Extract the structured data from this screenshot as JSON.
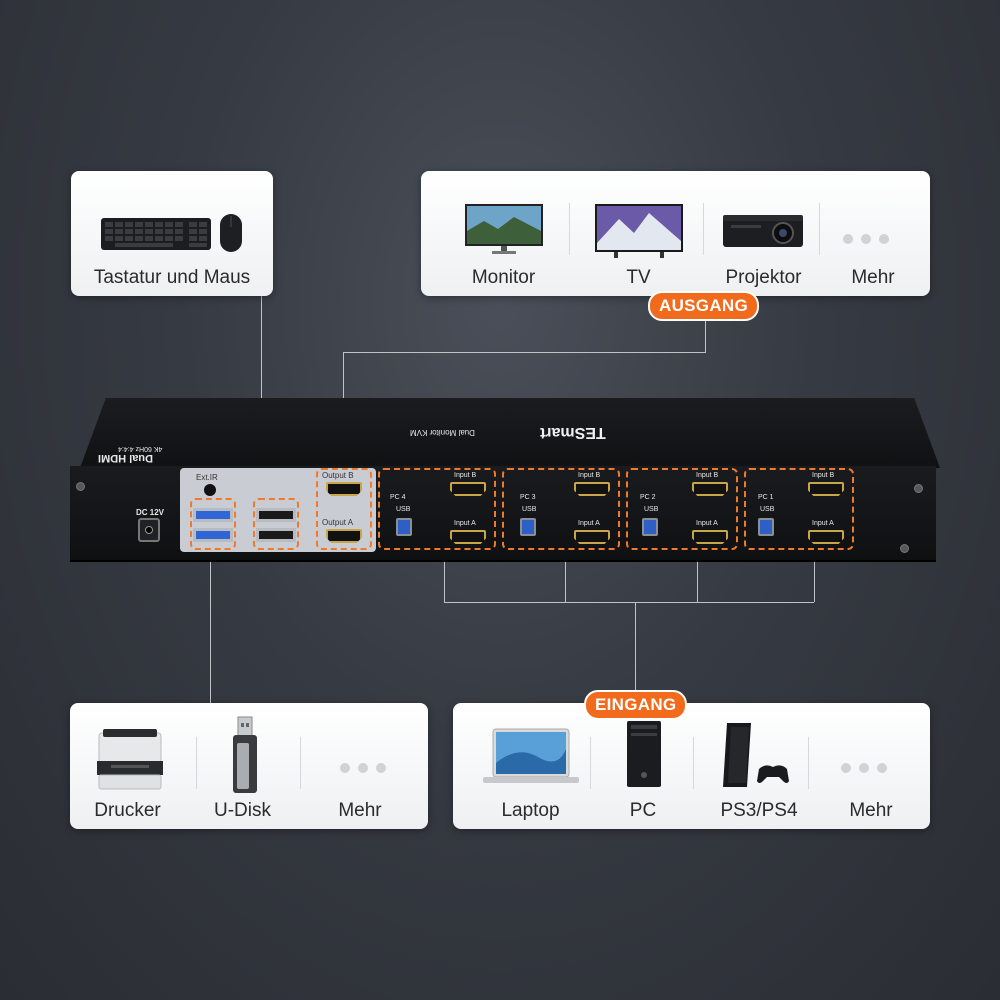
{
  "keyboard_card": {
    "label": "Tastatur und Maus"
  },
  "output_card": {
    "items": [
      {
        "label": "Monitor"
      },
      {
        "label": "TV"
      },
      {
        "label": "Projektor"
      },
      {
        "label": "Mehr"
      }
    ],
    "badge": "AUSGANG"
  },
  "usb_card": {
    "items": [
      {
        "label": "Drucker"
      },
      {
        "label": "U-Disk"
      },
      {
        "label": "Mehr"
      }
    ]
  },
  "input_card": {
    "items": [
      {
        "label": "Laptop"
      },
      {
        "label": "PC"
      },
      {
        "label": "PS3/PS4"
      },
      {
        "label": "Mehr"
      }
    ],
    "badge": "EINGANG"
  },
  "device": {
    "brand": "TESmart",
    "model_top": "Dual Monitor KVM",
    "side_label_1": "Dual HDMI",
    "side_label_2": "4K 60Hz 4:4:4",
    "power_label": "DC 12V",
    "ext_ir_label": "Ext.IR",
    "output_b": "Output B",
    "output_a": "Output A",
    "ports": [
      {
        "pc": "PC 4",
        "usb": "USB",
        "in_b": "Input B",
        "in_a": "Input A"
      },
      {
        "pc": "PC 3",
        "usb": "USB",
        "in_b": "Input B",
        "in_a": "Input A"
      },
      {
        "pc": "PC 2",
        "usb": "USB",
        "in_b": "Input B",
        "in_a": "Input A"
      },
      {
        "pc": "PC 1",
        "usb": "USB",
        "in_b": "Input B",
        "in_a": "Input A"
      }
    ]
  },
  "colors": {
    "accent": "#f26a1b",
    "background": "#363a42",
    "card": "#ffffff"
  }
}
